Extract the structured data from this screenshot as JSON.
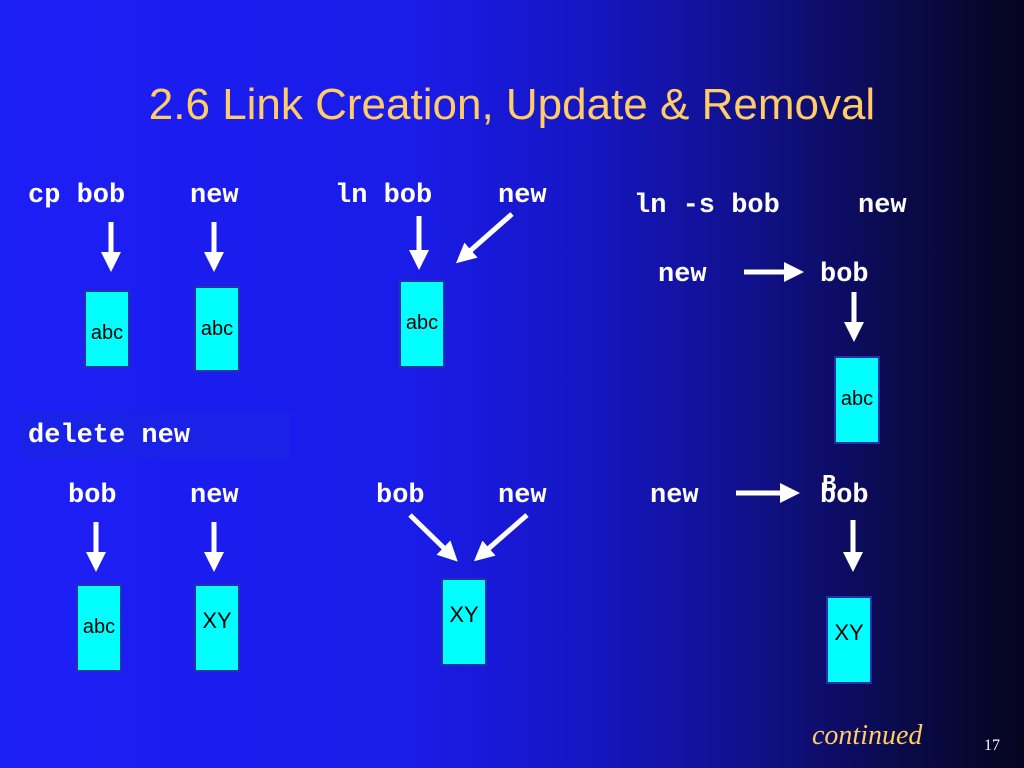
{
  "slide": {
    "title": "2.6 Link Creation, Update & Removal",
    "page_number": "17",
    "continued_label": "continued"
  },
  "top": {
    "cp": {
      "cmd": "cp bob",
      "arg": "new",
      "box_left": "abc",
      "box_right": "abc"
    },
    "ln": {
      "cmd": "ln bob",
      "arg": "new",
      "box": "abc"
    },
    "ln_s": {
      "cmd": "ln -s bob",
      "arg": "new",
      "link_from": "new",
      "link_to": "bob",
      "box": "abc"
    }
  },
  "action": {
    "label": "delete new"
  },
  "bottom": {
    "cp": {
      "name_left": "bob",
      "name_right": "new",
      "box_left": "abc",
      "box_right": "XY"
    },
    "ln": {
      "name_left": "bob",
      "name_right": "new",
      "box": "XY"
    },
    "ln_s": {
      "link_from": "new",
      "link_to": "bob",
      "overlay_glyph": "B",
      "box": "XY"
    }
  },
  "colors": {
    "title": "#ffcc66",
    "box_fill": "#00ffff",
    "text": "#ffffff",
    "arrow": "#ffffff"
  }
}
